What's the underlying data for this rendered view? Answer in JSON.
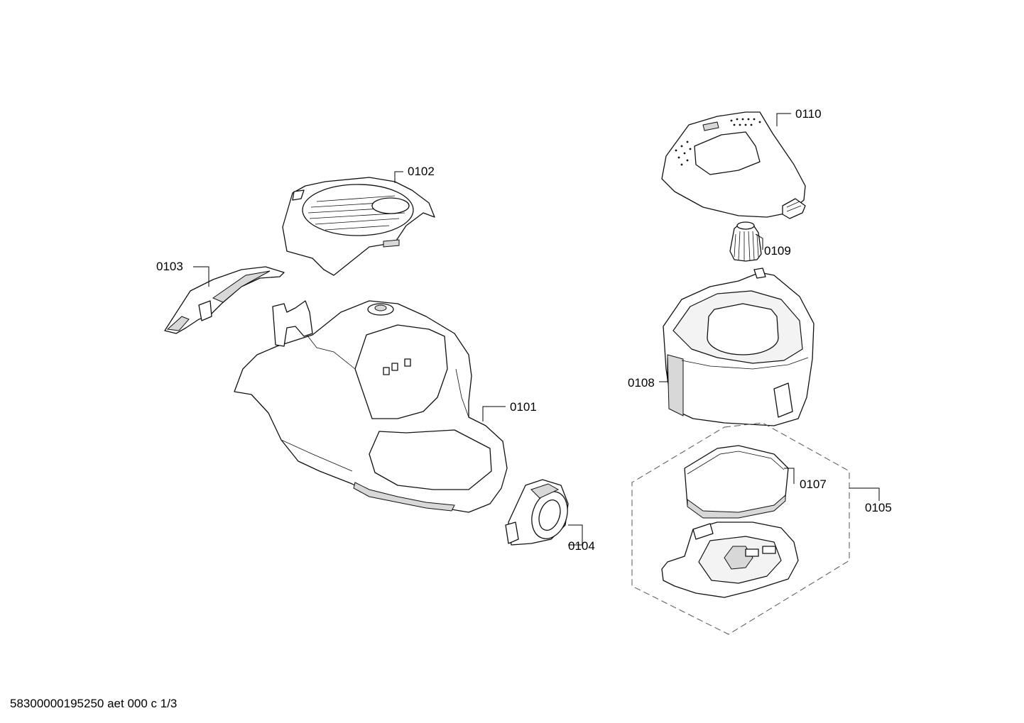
{
  "parts": [
    {
      "id": "0101"
    },
    {
      "id": "0102"
    },
    {
      "id": "0103"
    },
    {
      "id": "0104"
    },
    {
      "id": "0105"
    },
    {
      "id": "0107"
    },
    {
      "id": "0108"
    },
    {
      "id": "0109"
    },
    {
      "id": "0110"
    }
  ],
  "footer": "58300000195250 aet 000 c 1/3"
}
